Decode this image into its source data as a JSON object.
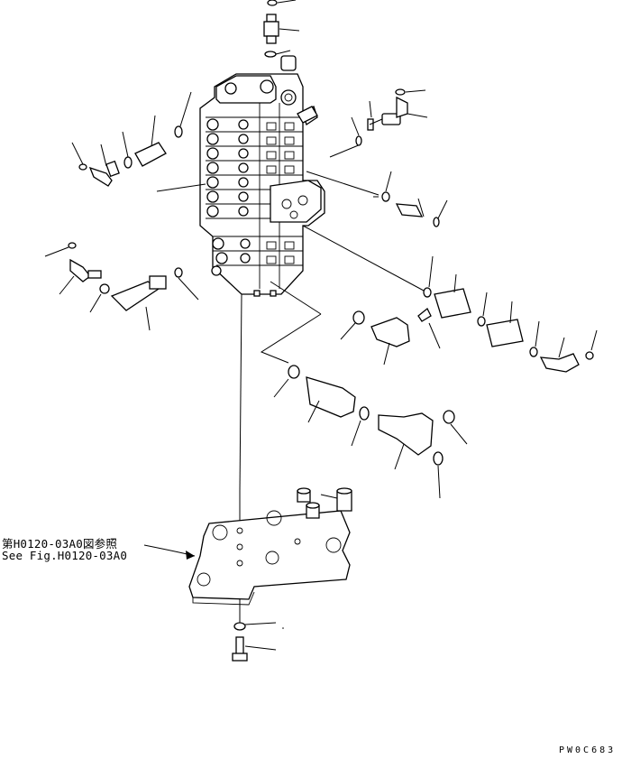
{
  "reference": {
    "japanese": "第H0120-03A0図参照",
    "english": "See Fig.H0120-03A0"
  },
  "drawing_id": "PW0C683",
  "colors": {
    "line": "#000000",
    "background": "#ffffff"
  }
}
